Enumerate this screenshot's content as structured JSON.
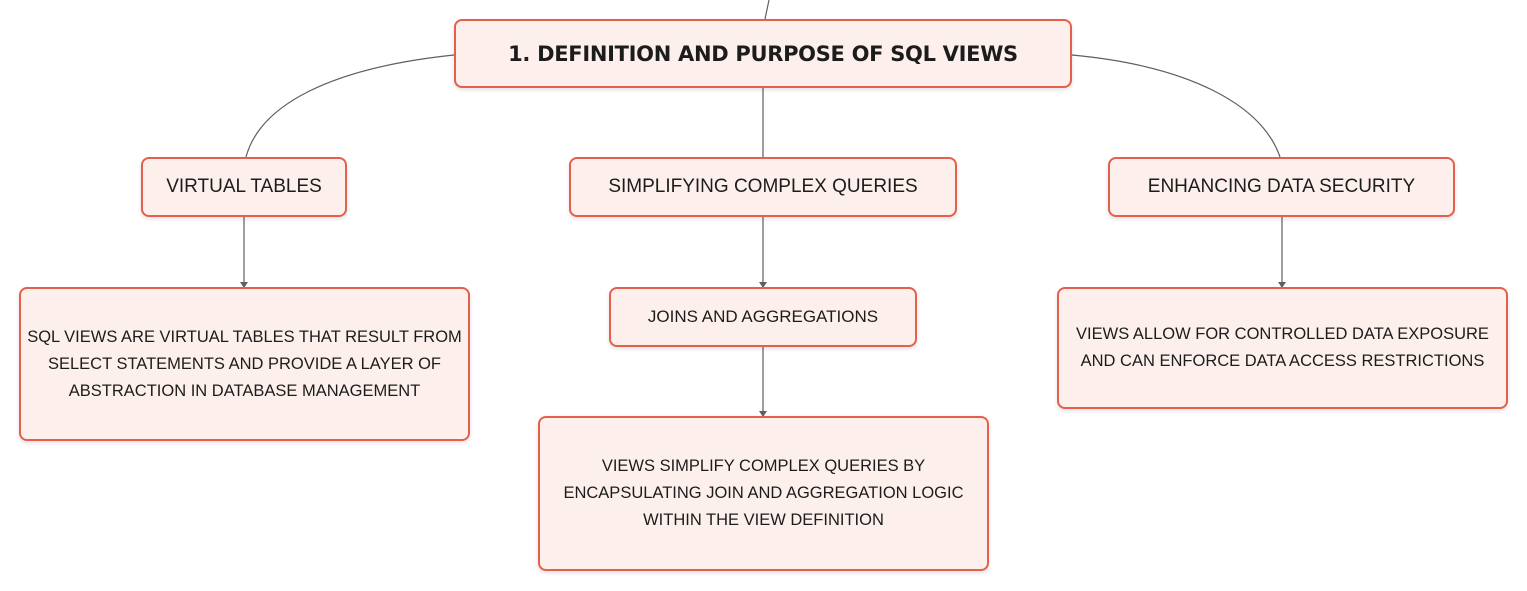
{
  "mindmap": {
    "root": {
      "label": "1. DEFINITION AND PURPOSE OF SQL VIEWS"
    },
    "branches": [
      {
        "label": "VIRTUAL TABLES",
        "detail": "SQL VIEWS ARE VIRTUAL TABLES THAT RESULT FROM SELECT STATEMENTS AND PROVIDE A LAYER OF ABSTRACTION IN DATABASE MANAGEMENT"
      },
      {
        "label": "SIMPLIFYING COMPLEX QUERIES",
        "child": {
          "label": "JOINS AND AGGREGATIONS",
          "detail": "VIEWS SIMPLIFY COMPLEX QUERIES BY ENCAPSULATING JOIN AND AGGREGATION LOGIC WITHIN THE VIEW DEFINITION"
        }
      },
      {
        "label": "ENHANCING DATA SECURITY",
        "detail": "VIEWS ALLOW FOR CONTROLLED DATA EXPOSURE AND CAN ENFORCE DATA ACCESS RESTRICTIONS"
      }
    ]
  },
  "colors": {
    "node_fill": "#fdf0ec",
    "node_border": "#e4604c",
    "connector": "#5f5f5f",
    "text": "#1c1c1c"
  }
}
